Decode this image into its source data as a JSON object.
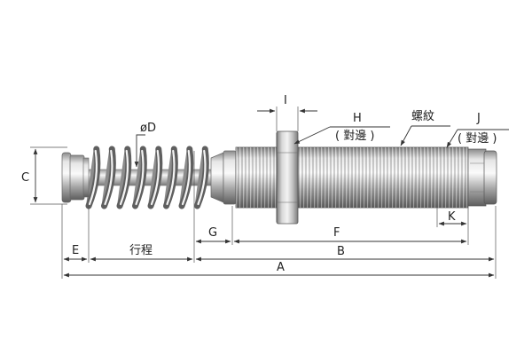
{
  "labels": {
    "A": "A",
    "B": "B",
    "C": "C",
    "D": "øD",
    "E": "E",
    "F": "F",
    "G": "G",
    "H": "H",
    "H_note": "( 對邊 )",
    "I": "I",
    "J": "J",
    "J_note": "( 對邊 )",
    "K": "K",
    "stroke": "行程",
    "thread": "螺紋"
  },
  "colors": {
    "steel_light": "#f2f2f2",
    "steel_mid": "#b9b9b9",
    "steel_dark": "#6e6e6e",
    "line": "#333333"
  }
}
